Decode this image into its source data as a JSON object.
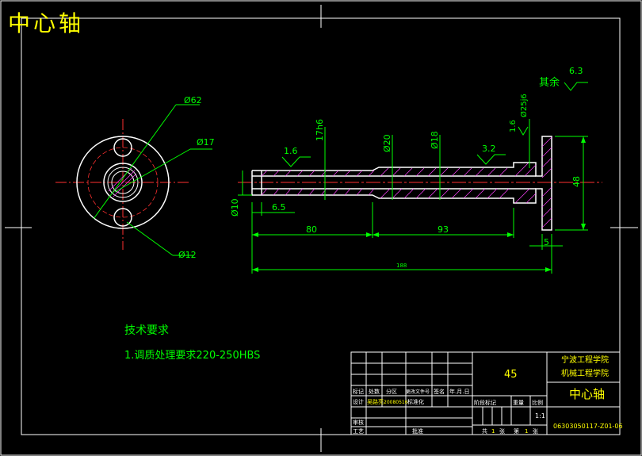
{
  "drawing": {
    "title": "中心轴",
    "tech_requirements_title": "技术要求",
    "tech_requirements_item": "1.调质处理要求220-250HBS"
  },
  "end_view": {
    "dims": {
      "outer": "Ø62",
      "inner": "Ø17",
      "hole": "Ø12"
    }
  },
  "side_view": {
    "roughness": {
      "general_label": "其余",
      "general_value": "6.3",
      "r1": "1.6",
      "r2": "3.2",
      "r3": "1.6"
    },
    "dims": {
      "d_17h6": "17h6",
      "d_20": "Ø20",
      "d_18": "Ø18",
      "d_25": "Ø25j6",
      "d_10": "Ø10",
      "height_48": "48",
      "len_6_5": "6.5",
      "len_80": "80",
      "len_93": "93",
      "len_5": "5",
      "len_total": "188"
    }
  },
  "title_block": {
    "material": "45",
    "school": "宁波工程学院",
    "department": "机械工程学院",
    "part_name": "中心轴",
    "scale": "1:1",
    "drawing_number": "06303050117-Z01-06",
    "header_cells": [
      "标记",
      "处数",
      "分区",
      "更改文件号",
      "签名",
      "年.月.日"
    ],
    "row2_cells": [
      "设计",
      "吴路亮",
      "20080516",
      "标准化"
    ],
    "row3_cells": [
      "审核"
    ],
    "row4_cells": [
      "工艺",
      "批准"
    ],
    "stage_headers": [
      "阶段标记",
      "重量",
      "比例"
    ],
    "sheet_prefix": "共",
    "sheet_total": "1",
    "sheet_unit1": "张",
    "sheet_label": "第",
    "sheet_num": "1",
    "sheet_unit2": "张"
  }
}
